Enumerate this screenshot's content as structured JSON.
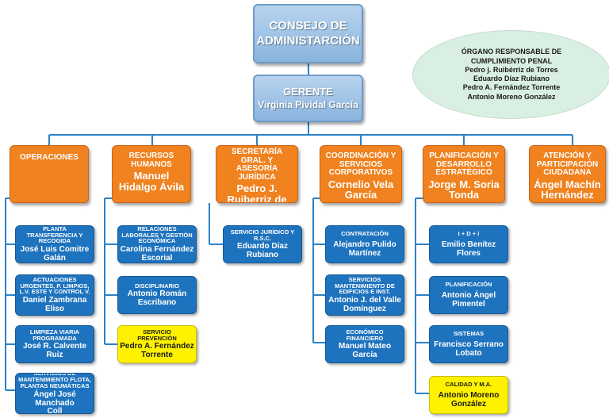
{
  "board": {
    "line1": "CONSEJO DE",
    "line2": "ADMINISTARCIÓN"
  },
  "compliance": {
    "title1": "ÓRGANO RESPONSABLE DE",
    "title2": "CUMPLIMIENTO PENAL",
    "members": [
      "Pedro j. Ruibérriz de Torres",
      "Eduardo Díaz Rubiano",
      "Pedro A. Fernández Torrente",
      "Antonio Moreno González"
    ]
  },
  "manager": {
    "title": "GERENTE",
    "name": "Virginia Pividal García"
  },
  "departments": [
    {
      "title": "OPERACIONES",
      "name": ""
    },
    {
      "title": "RECURSOS HUMANOS",
      "name": "Manuel Hidalgo Ávila"
    },
    {
      "title": "SECRETARÍA GRAL. Y ASESORÍA JURÍDICA",
      "name": "Pedro J. Ruiberriz de Torres"
    },
    {
      "title": "COORDINACIÓN Y SERVICIOS CORPORATIVOS",
      "name": "Cornelio Vela García"
    },
    {
      "title": "PLANIFICACIÓN Y DESARROLLO ESTRATÉGICO",
      "name": "Jorge M. Soria Tonda"
    },
    {
      "title": "ATENCIÓN Y PARTICIPACIÓN CIUDADANA",
      "name": "Ángel Machín Hernández"
    }
  ],
  "units": {
    "operaciones": [
      {
        "title": "PLANTA TRANSFERENCIA Y RECOGIDA",
        "name": "José Luis Comitre Galán"
      },
      {
        "title": "ACTUACIONES URGENTES, P. LIMPIOS, L.V. ESTE Y CONTROL V.",
        "name": "Daniel Zambrana Eliso"
      },
      {
        "title": "LIMPIEZA VIARIA PROGRAMADA",
        "name": "José R. Calvente Ruiz"
      },
      {
        "title": "SERVICIOS DE MANTENIMIENTO FLOTA, PLANTAS NEUMÁTICAS",
        "name": "Ángel José Manchado Coll"
      }
    ],
    "rrhh": [
      {
        "title": "RELACIONES LABORALES Y GESTIÓN ECONÓMICA",
        "name": "Carolina Fernández Escorial"
      },
      {
        "title": "DISCIPLINARIO",
        "name": "Antonio Román Escribano"
      },
      {
        "title": "SERVICIO PREVENCIÓN",
        "name": "Pedro A. Fernández Torrente"
      }
    ],
    "secretaria": [
      {
        "title": "SERVICIO JURÍDICO Y R.S.C.",
        "name": "Eduardo Díaz Rubiano"
      }
    ],
    "coordinacion": [
      {
        "title": "CONTRATACIÓN",
        "name": "Alejandro Pulido Martínez"
      },
      {
        "title": "SERVICIOS MANTENIMIENTO DE EDIFICIOS E INST.",
        "name": "Antonio J. del Valle Domínguez"
      },
      {
        "title": "ECONÓMICO FINANCIERO",
        "name": "Manuel Mateo García"
      }
    ],
    "planificacion": [
      {
        "title": "I + D + i",
        "name": "Emilio Benítez Flores"
      },
      {
        "title": "PLANIFICACIÓN",
        "name": "Antonio Ángel Pimentel"
      },
      {
        "title": "SISTEMAS",
        "name": "Francisco Serrano Lobato"
      },
      {
        "title": "CALIDAD Y M.A.",
        "name": "Antonio Moreno González"
      }
    ]
  },
  "colors": {
    "board": "#9ec2e6",
    "department": "#f0821f",
    "unit": "#1e73be",
    "highlight": "#fff200",
    "compliance": "#d9efe2",
    "connector": "#2a82c9"
  }
}
